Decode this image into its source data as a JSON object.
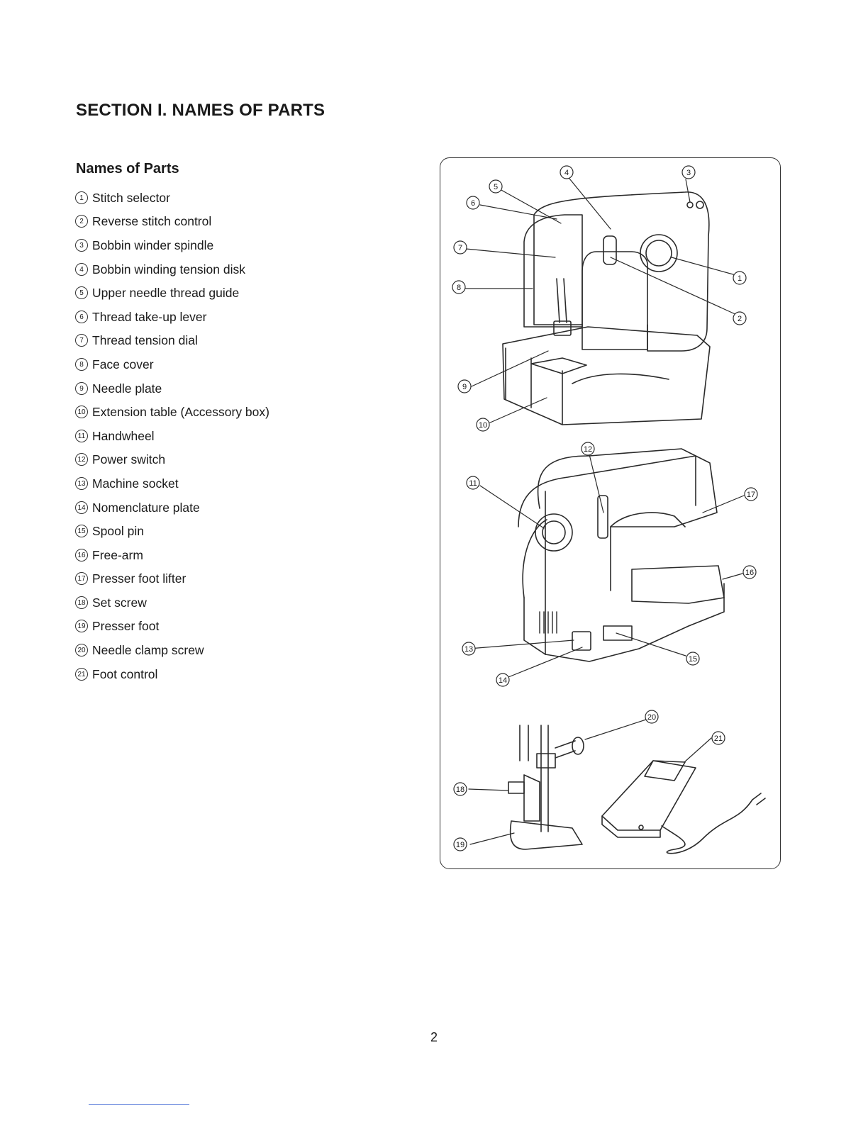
{
  "section_title": "SECTION I. NAMES OF PARTS",
  "list_heading": "Names of Parts",
  "parts": [
    {
      "num": "1",
      "name": "Stitch selector"
    },
    {
      "num": "2",
      "name": "Reverse stitch control"
    },
    {
      "num": "3",
      "name": "Bobbin winder spindle"
    },
    {
      "num": "4",
      "name": "Bobbin winding tension disk"
    },
    {
      "num": "5",
      "name": "Upper needle thread guide"
    },
    {
      "num": "6",
      "name": "Thread take-up lever"
    },
    {
      "num": "7",
      "name": "Thread tension dial"
    },
    {
      "num": "8",
      "name": "Face cover"
    },
    {
      "num": "9",
      "name": "Needle plate"
    },
    {
      "num": "10",
      "name": "Extension table (Accessory box)"
    },
    {
      "num": "11",
      "name": "Handwheel"
    },
    {
      "num": "12",
      "name": "Power switch"
    },
    {
      "num": "13",
      "name": "Machine socket"
    },
    {
      "num": "14",
      "name": "Nomenclature plate"
    },
    {
      "num": "15",
      "name": "Spool pin"
    },
    {
      "num": "16",
      "name": "Free-arm"
    },
    {
      "num": "17",
      "name": "Presser foot lifter"
    },
    {
      "num": "18",
      "name": "Set screw"
    },
    {
      "num": "19",
      "name": "Presser foot"
    },
    {
      "num": "20",
      "name": "Needle clamp screw"
    },
    {
      "num": "21",
      "name": "Foot control"
    }
  ],
  "page_number": "2"
}
